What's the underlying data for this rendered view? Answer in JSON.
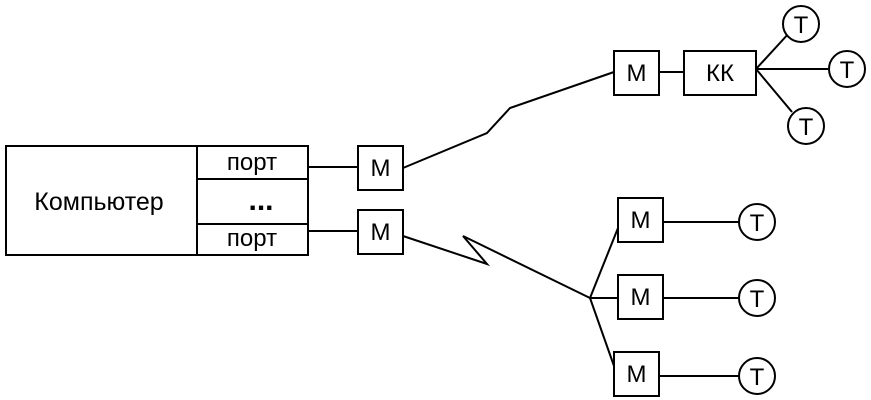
{
  "computer": {
    "label": "Компьютер"
  },
  "ports": {
    "top_label": "порт",
    "ellipsis": "...",
    "bottom_label": "порт"
  },
  "modem_label": "М",
  "concentrator_label": "КК",
  "terminal_label": "Т",
  "colors": {
    "stroke": "#000000",
    "background": "#ffffff"
  }
}
